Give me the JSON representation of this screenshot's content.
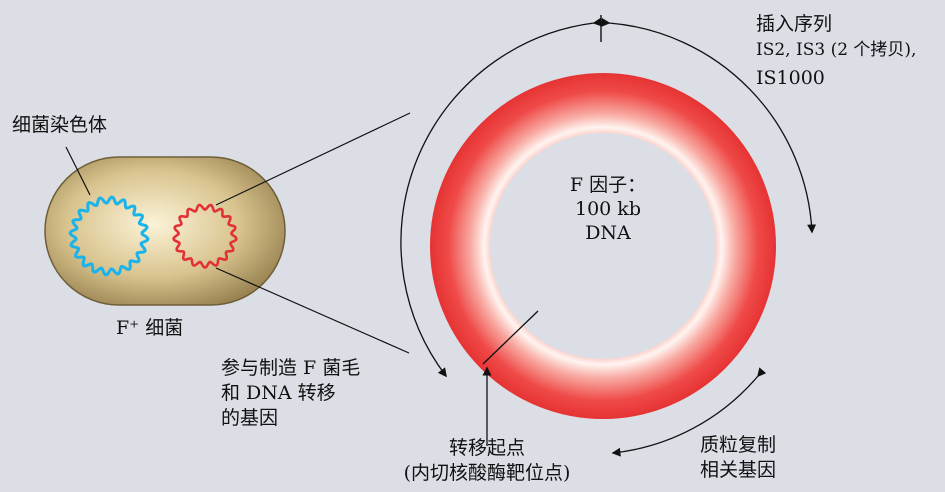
{
  "labels": {
    "chromosome": "细菌染色体",
    "cell": "F⁺ 细菌",
    "factor_line1": "F 因子：",
    "factor_line2": "100 kb",
    "factor_line3": "DNA",
    "insertion_line1": "插入序列",
    "insertion_line2": "IS2, IS3 (2 个拷贝),",
    "insertion_line3": "IS1000",
    "pili_line1": "参与制造 F 菌毛",
    "pili_line2": "和 DNA 转移",
    "pili_line3": "的基因",
    "origin_line1": "转移起点",
    "origin_line2": "(内切核酸酶靶位点)",
    "replication_line1": "质粒复制",
    "replication_line2": "相关基因"
  },
  "colors": {
    "background": "#dcdee6",
    "cell_body": "#c9b27a",
    "chromosome": "#1ab3ea",
    "plasmid": "#e23236",
    "ring_outer": "#ef3e3e",
    "ring_highlight": "#fff4f0"
  }
}
